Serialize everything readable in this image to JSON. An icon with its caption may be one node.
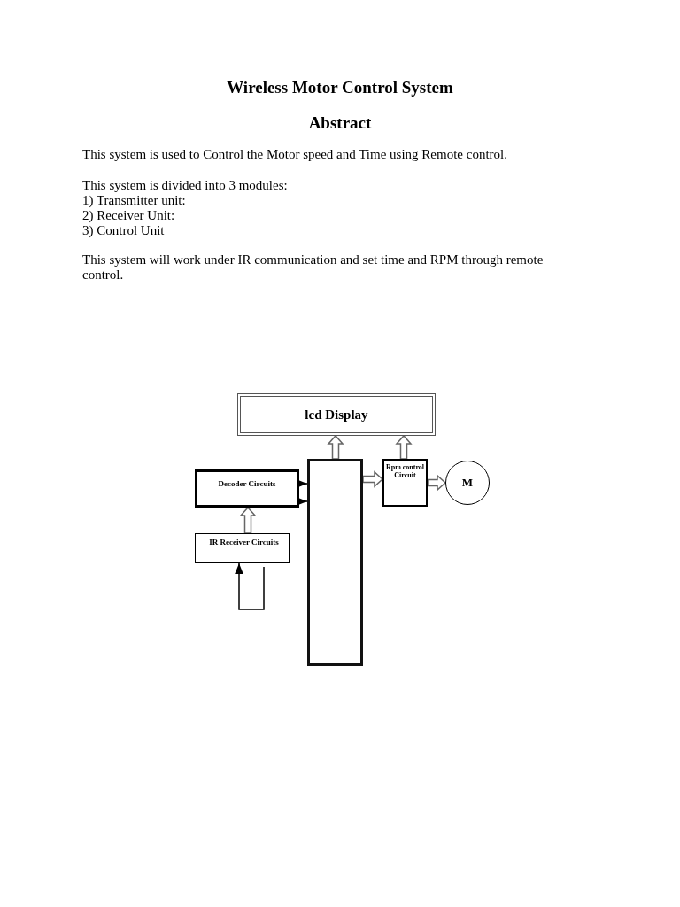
{
  "diagram": {
    "title": "Wireless Motor Control System",
    "nodes": [
      {
        "text": [
          "lcd Display"
        ]
      },
      {
        "text": [
          "Decoder Circuits"
        ]
      },
      {
        "text": [
          "IR Receiver Circuits"
        ]
      },
      {
        "text": [],
        "shape": "box"
      },
      {
        "text": [
          "Rpm control Circuit"
        ]
      },
      {
        "text": [
          "M"
        ]
      }
    ],
    "edges": [
      {
        "from": 1,
        "to": 3,
        "arrow": "to"
      },
      {
        "from": 1,
        "to": 3,
        "arrow": "to"
      },
      {
        "from": 2,
        "to": 1,
        "arrow": "to",
        "style": "thick"
      },
      {
        "from": 3,
        "to": 0,
        "arrow": "to",
        "style": "thick"
      },
      {
        "from": 4,
        "to": 0,
        "arrow": "to",
        "style": "thick"
      },
      {
        "from": 3,
        "to": 4,
        "arrow": "to",
        "style": "thick"
      },
      {
        "from": 4,
        "to": 5,
        "arrow": "to",
        "style": "thick"
      },
      {
        "from": null,
        "to": 2,
        "arrow": "to"
      }
    ],
    "labels": [
      "Abstract",
      "This system is used to Control the Motor speed and Time using Remote control.",
      "This system is divided into 3 modules:",
      "1) Transmitter unit:",
      "2) Receiver Unit:",
      "3) Control Unit",
      "This system will work under IR communication and set time and RPM through remote control."
    ]
  }
}
